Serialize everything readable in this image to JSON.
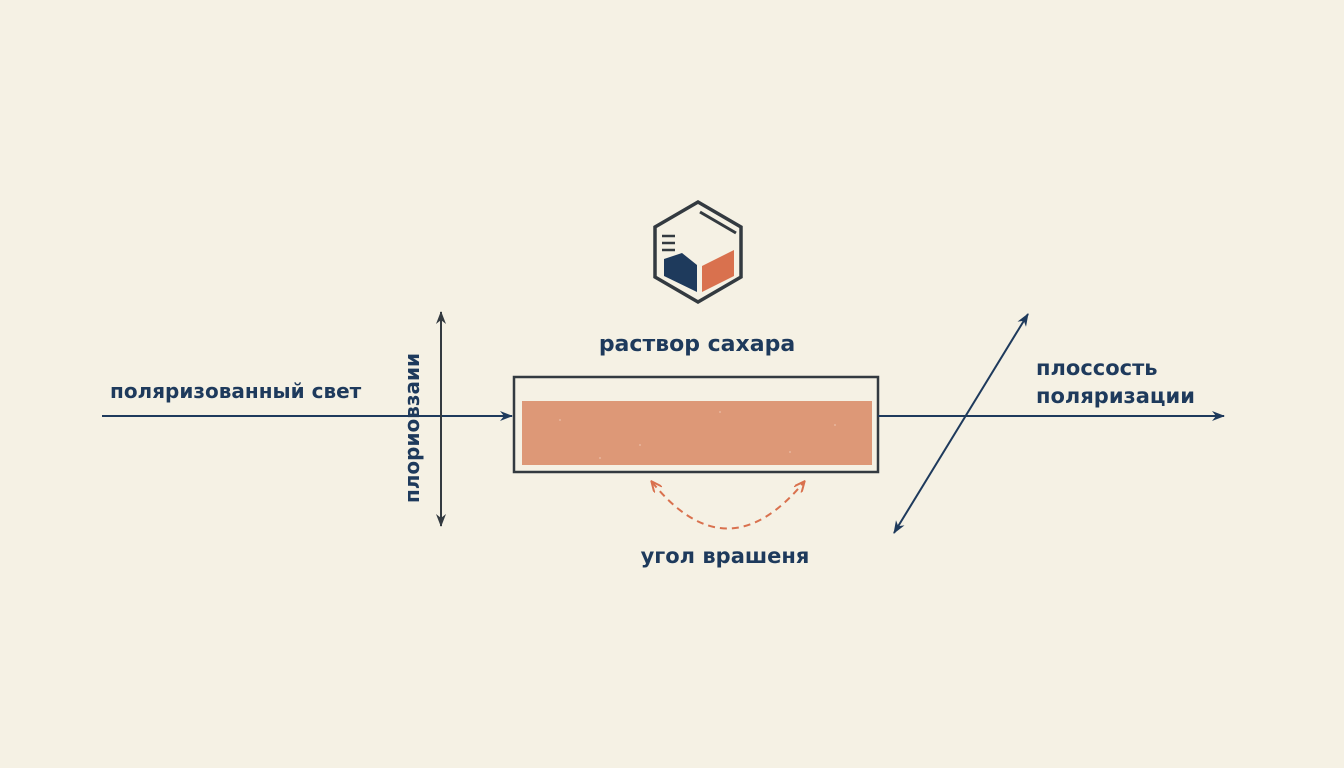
{
  "labels": {
    "polarized_light": "поляризованный свет",
    "polarizer": "плориовзаии",
    "solution": "раствор сахара",
    "plane_line1": "плоссость",
    "plane_line2": "поляризации",
    "rotation_angle": "угол врашеня"
  },
  "icons": {
    "logo": "sugar-molecule-hexagon-icon"
  },
  "colors": {
    "background": "#f5f1e4",
    "ink": "#1e3a5c",
    "frame": "#333a40",
    "solution_fill": "#dd9877",
    "accent": "#d9714e"
  }
}
